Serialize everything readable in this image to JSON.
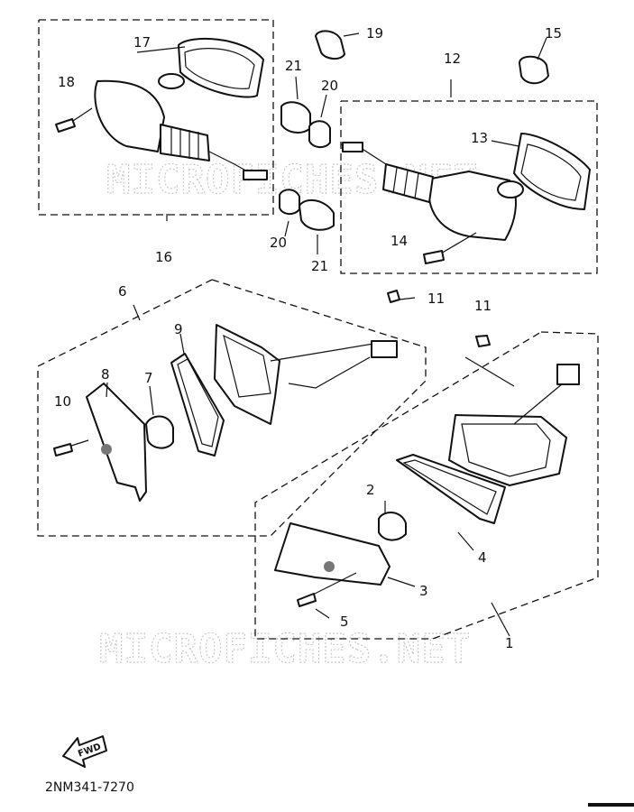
{
  "diagram": {
    "watermark": "MICROFICHES.NET",
    "drawing_code": "2NM341-7270",
    "direction_label": "FWD",
    "callouts": {
      "c1": "1",
      "c2": "2",
      "c3": "3",
      "c4": "4",
      "c5": "5",
      "c6": "6",
      "c7": "7",
      "c8": "8",
      "c9": "9",
      "c10": "10",
      "c11a": "11",
      "c11b": "11",
      "c12": "12",
      "c13": "13",
      "c14": "14",
      "c15": "15",
      "c16": "16",
      "c17": "17",
      "c18": "18",
      "c19": "19",
      "c20a": "20",
      "c20b": "20",
      "c21a": "21",
      "c21b": "21"
    }
  }
}
